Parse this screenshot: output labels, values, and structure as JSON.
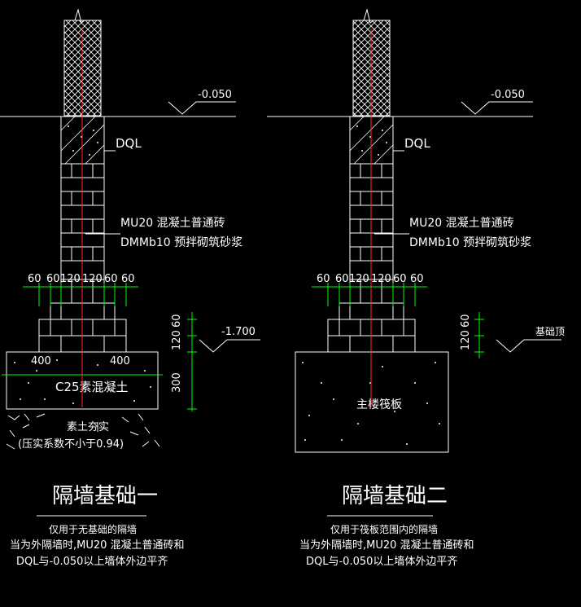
{
  "colors": {
    "background": "#000000",
    "line": "#ffffff",
    "centerline": "#ff2a2a",
    "dimension": "#00ff00"
  },
  "details": [
    {
      "title": "隔墙基础一",
      "elevation_top": "-0.050",
      "elevation_bottom": "-1.700",
      "beam_label": "DQL",
      "brick_label_1": "MU20 混凝土普通砖",
      "brick_label_2": "DMMb10 预拌砌筑砂浆",
      "step_dims": [
        "60",
        "60",
        "120",
        "120",
        "60",
        "60"
      ],
      "base_dims": [
        "400",
        "400"
      ],
      "height_dims": [
        "60",
        "120",
        "300"
      ],
      "base_label": "C25素混凝土",
      "soil_label_1": "素土夯实",
      "soil_label_2": "(压实系数不小于0.94)",
      "note_1": "仅用于无基础的隔墙",
      "note_2": "当为外隔墙时,MU20 混凝土普通砖和",
      "note_3": "DQL与-0.050以上墙体外边平齐"
    },
    {
      "title": "隔墙基础二",
      "elevation_top": "-0.050",
      "elevation_bottom": "基础顶",
      "beam_label": "DQL",
      "brick_label_1": "MU20 混凝土普通砖",
      "brick_label_2": "DMMb10 预拌砌筑砂浆",
      "step_dims": [
        "60",
        "60",
        "120",
        "120",
        "60",
        "60"
      ],
      "height_dims": [
        "60",
        "120"
      ],
      "base_label": "主楼筏板",
      "note_1": "仅用于筏板范围内的隔墙",
      "note_2": "当为外隔墙时,MU20 混凝土普通砖和",
      "note_3": "DQL与-0.050以上墙体外边平齐"
    }
  ]
}
